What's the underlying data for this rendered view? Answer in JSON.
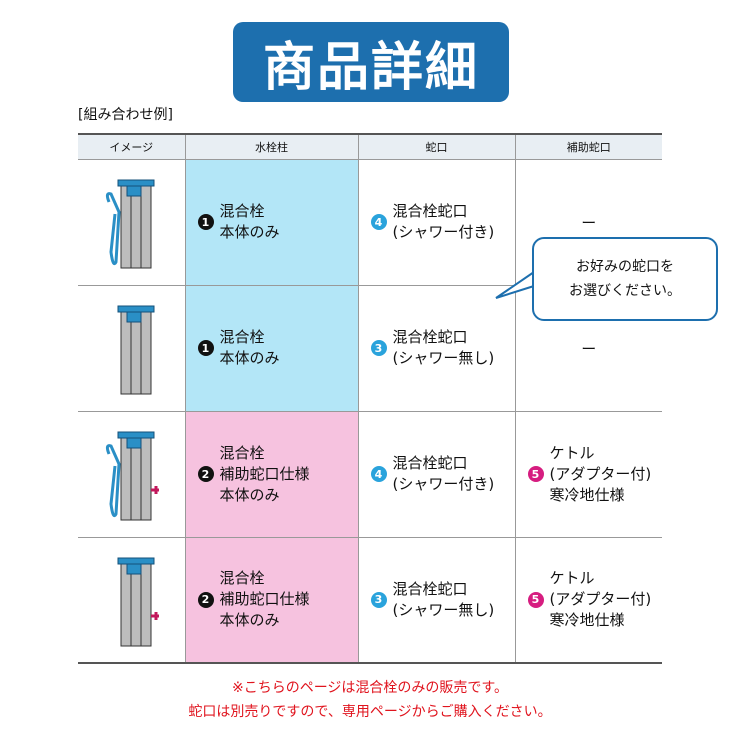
{
  "title": "商品詳細",
  "subtitle": "[組み合わせ例]",
  "headers": [
    "イメージ",
    "水栓柱",
    "蛇口",
    "補助蛇口"
  ],
  "rows": [
    {
      "image": "shower-faucet-pillar",
      "pillar_num": "1",
      "pillar": [
        "混合栓",
        "本体のみ"
      ],
      "faucet_num": "4",
      "faucet": [
        "混合栓蛇口",
        "(シャワー付き)"
      ],
      "aux": "ー"
    },
    {
      "image": "faucet-pillar",
      "pillar_num": "1",
      "pillar": [
        "混合栓",
        "本体のみ"
      ],
      "faucet_num": "3",
      "faucet": [
        "混合栓蛇口",
        "(シャワー無し)"
      ],
      "aux": "ー"
    },
    {
      "image": "shower-faucet-pillar-aux",
      "pillar_num": "2",
      "pillar": [
        "混合栓",
        "補助蛇口仕様",
        "本体のみ"
      ],
      "faucet_num": "4",
      "faucet": [
        "混合栓蛇口",
        "(シャワー付き)"
      ],
      "aux_num": "5",
      "aux_lines": [
        "ケトル",
        "(アダプター付)",
        "寒冷地仕様"
      ]
    },
    {
      "image": "faucet-pillar-aux",
      "pillar_num": "2",
      "pillar": [
        "混合栓",
        "補助蛇口仕様",
        "本体のみ"
      ],
      "faucet_num": "3",
      "faucet": [
        "混合栓蛇口",
        "(シャワー無し)"
      ],
      "aux_num": "5",
      "aux_lines": [
        "ケトル",
        "(アダプター付)",
        "寒冷地仕様"
      ]
    }
  ],
  "callout": [
    "お好みの蛇口を",
    "お選びください。"
  ],
  "notes": [
    "※こちらのページは混合栓のみの販売です。",
    "蛇口は別売りですので、専用ページからご購入ください。"
  ],
  "colors": {
    "title_bg": "#1d6fae",
    "blue_cell": "#b3e6f7",
    "pink_cell": "#f6c2df",
    "note": "#e0141e"
  }
}
